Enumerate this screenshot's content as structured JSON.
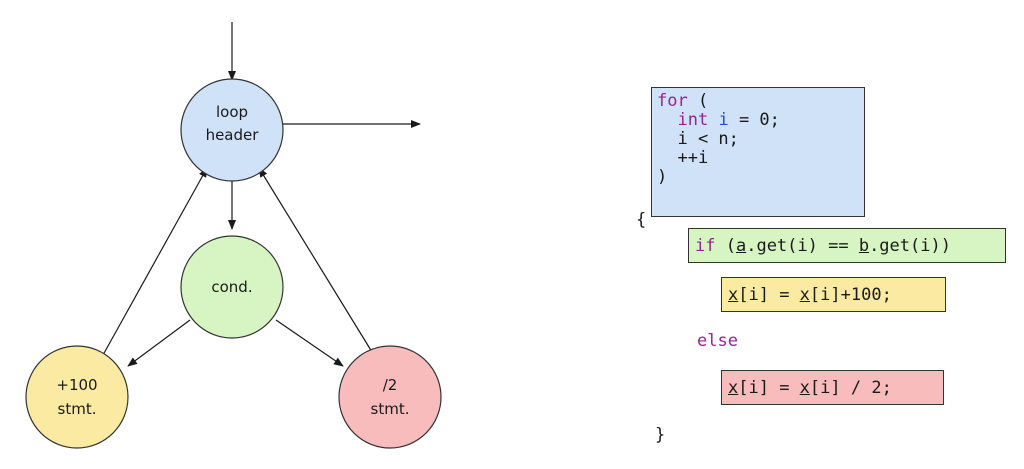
{
  "diagram": {
    "nodes": [
      {
        "id": "loop-header",
        "lines": [
          "loop",
          "header"
        ],
        "color": "#cfe2f8"
      },
      {
        "id": "cond",
        "lines": [
          "cond."
        ],
        "color": "#d7f5c2"
      },
      {
        "id": "plus100",
        "lines": [
          "+100",
          "stmt."
        ],
        "color": "#fbeaa2"
      },
      {
        "id": "div2",
        "lines": [
          "/2",
          "stmt."
        ],
        "color": "#f8bcbc"
      }
    ]
  },
  "code": {
    "for_block": {
      "color": "#cfe2f8",
      "kw_for": "for",
      "open_paren": " (",
      "line2_type": "int",
      "line2_var": "i",
      "line2_rest": " = 0;",
      "line3": "i < n;",
      "line4": "++i",
      "close_paren": ")"
    },
    "open_brace": "{",
    "if_block": {
      "color": "#d7f5c2",
      "kw_if": "if",
      "open": " (",
      "a": "a",
      "get1": ".get(i) == ",
      "b": "b",
      "get2": ".get(i))"
    },
    "then_block": {
      "color": "#fbeaa2",
      "x1": "x",
      "mid": "[i] = ",
      "x2": "x",
      "tail": "[i]+100;"
    },
    "else_kw": "else",
    "else_block": {
      "color": "#f8bcbc",
      "x1": "x",
      "mid": "[i] = ",
      "x2": "x",
      "tail": "[i] / 2;"
    },
    "close_brace": "}"
  }
}
